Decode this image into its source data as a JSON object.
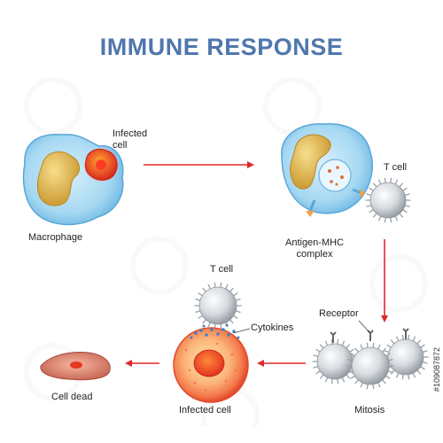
{
  "title": "IMMUNE RESPONSE",
  "labels": {
    "infected_cell_top": [
      "Infected",
      "cell"
    ],
    "macrophage": "Macrophage",
    "t_cell_top": "T cell",
    "antigen_mhc": [
      "Antigen-MHC",
      "complex"
    ],
    "receptor": "Receptor",
    "mitosis": "Mitosis",
    "t_cell_bottom": "T cell",
    "cytokines": "Cytokines",
    "infected_cell_bottom": "Infected cell",
    "cell_dead": "Cell dead"
  },
  "footer": {
    "stock_id": "#109087872"
  },
  "colors": {
    "title": "#4f77ad",
    "arrow": "#e0282b",
    "macrophage_fill": "#9fd3f0",
    "nucleus_fill": "#dcb244",
    "infected_fill": "#e8402a",
    "tcell_fill": "#d4d8dc"
  }
}
